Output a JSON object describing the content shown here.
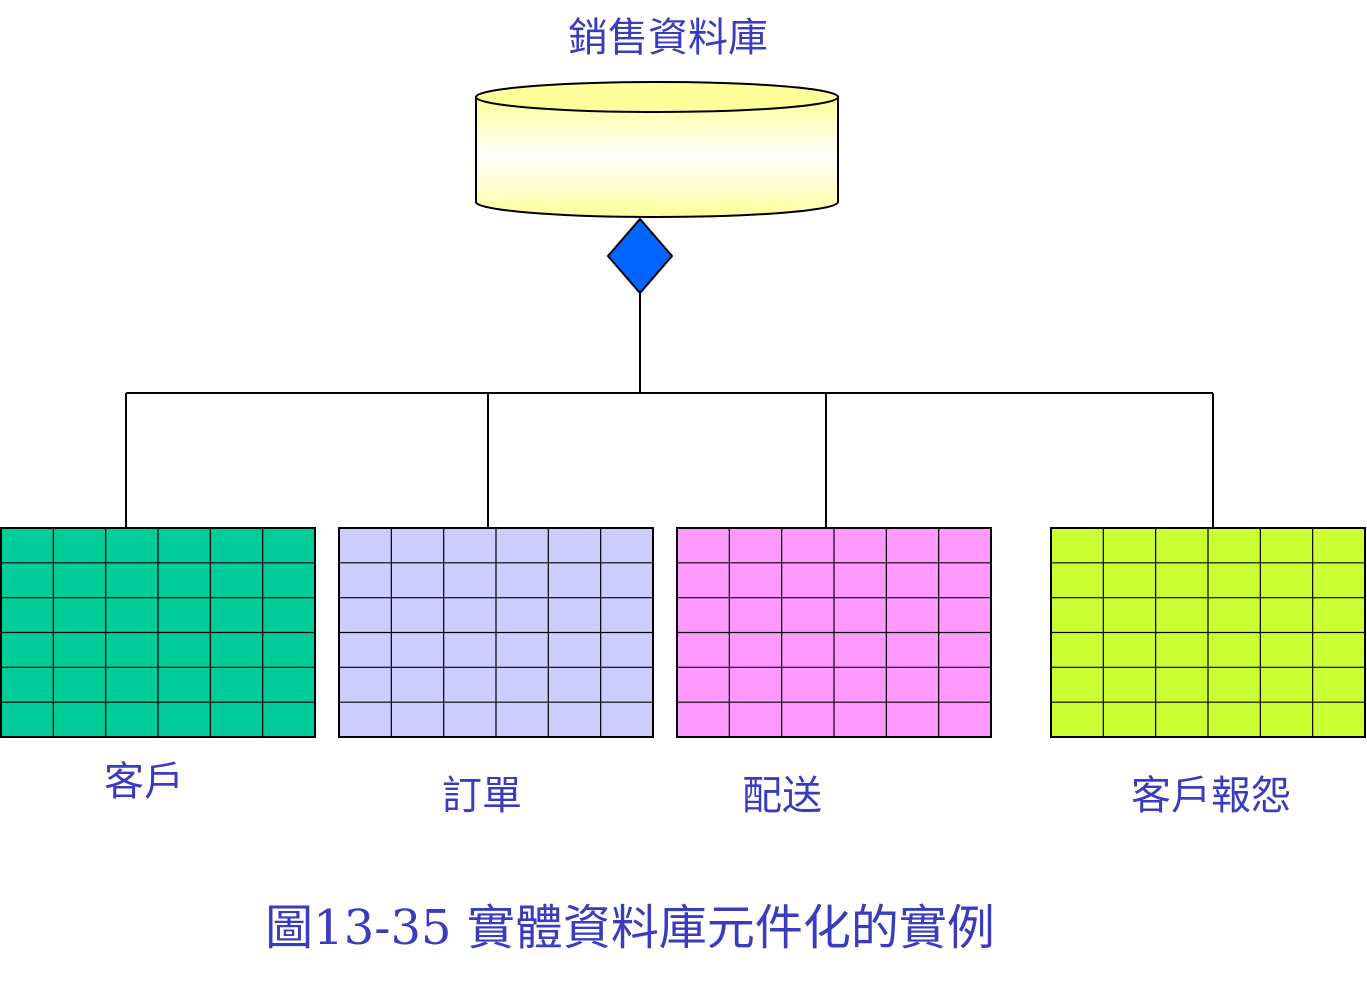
{
  "database": {
    "title": "銷售資料庫",
    "fill_top": "#ffff99",
    "fill_mid": "#ffffff"
  },
  "connector": {
    "diamond_color": "#0066ff"
  },
  "tables": [
    {
      "label": "客戶",
      "color": "#00cc99"
    },
    {
      "label": "訂單",
      "color": "#ccccff"
    },
    {
      "label": "配送",
      "color": "#ff99ff"
    },
    {
      "label": "客戶報怨",
      "color": "#ccff33"
    }
  ],
  "grid": {
    "rows": 6,
    "cols": 6
  },
  "caption": "圖13-35 實體資料庫元件化的實例",
  "text_color": "#3b3bc0"
}
